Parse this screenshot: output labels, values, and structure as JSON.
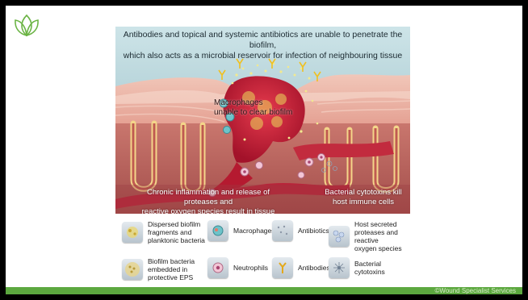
{
  "captions": {
    "top_line1": "Antibodies and topical and systemic antibiotics are unable to penetrate the biofilm,",
    "top_line2": "which also acts as a microbial reservoir for infection of neighbouring tissue",
    "macrophages_line1": "Macrophages",
    "macrophages_line2": "unable to clear biofilm",
    "inflammation_line1": "Chronic inflammation and release of proteases and",
    "inflammation_line2": "reactive oxygen species result in tissue damage",
    "bacterial_line1": "Bacterial cytotoxins kill",
    "bacterial_line2": "host immune cells"
  },
  "legend": [
    {
      "icon": "dispersed-biofilm-icon",
      "lines": [
        "Dispersed biofilm",
        "fragments and",
        "planktonic bacteria"
      ]
    },
    {
      "icon": "macrophage-icon",
      "lines": [
        "Macrophages"
      ]
    },
    {
      "icon": "antibiotics-icon",
      "lines": [
        "Antibiotics"
      ]
    },
    {
      "icon": "host-proteases-icon",
      "lines": [
        "Host secreted",
        "proteases and reactive",
        "oxygen species"
      ]
    },
    {
      "icon": "biofilm-bacteria-icon",
      "lines": [
        "Biofilm bacteria",
        "embedded in",
        "protective EPS"
      ]
    },
    {
      "icon": "neutrophil-icon",
      "lines": [
        "Neutrophils"
      ]
    },
    {
      "icon": "antibody-icon",
      "lines": [
        "Antibodies"
      ]
    },
    {
      "icon": "bacterial-cytotoxin-icon",
      "lines": [
        "Bacterial",
        "cytotoxins"
      ]
    }
  ],
  "footer": {
    "copyright": "©Wound Specialist Services"
  },
  "colors": {
    "footer_green": "#5ca83f",
    "logo_green": "#6bb445",
    "tissue": "#d98a80",
    "biofilm": "#c9182f"
  }
}
